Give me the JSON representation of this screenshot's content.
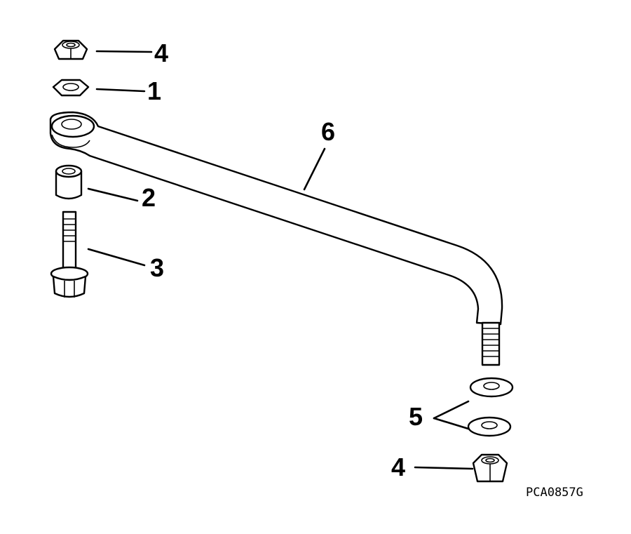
{
  "callouts": {
    "nut_top": "4",
    "washer_top": "1",
    "spacer": "2",
    "bolt": "3",
    "washers_bottom": "5",
    "nut_bottom": "4",
    "link_rod": "6"
  },
  "figure_code": "PCA0857G"
}
